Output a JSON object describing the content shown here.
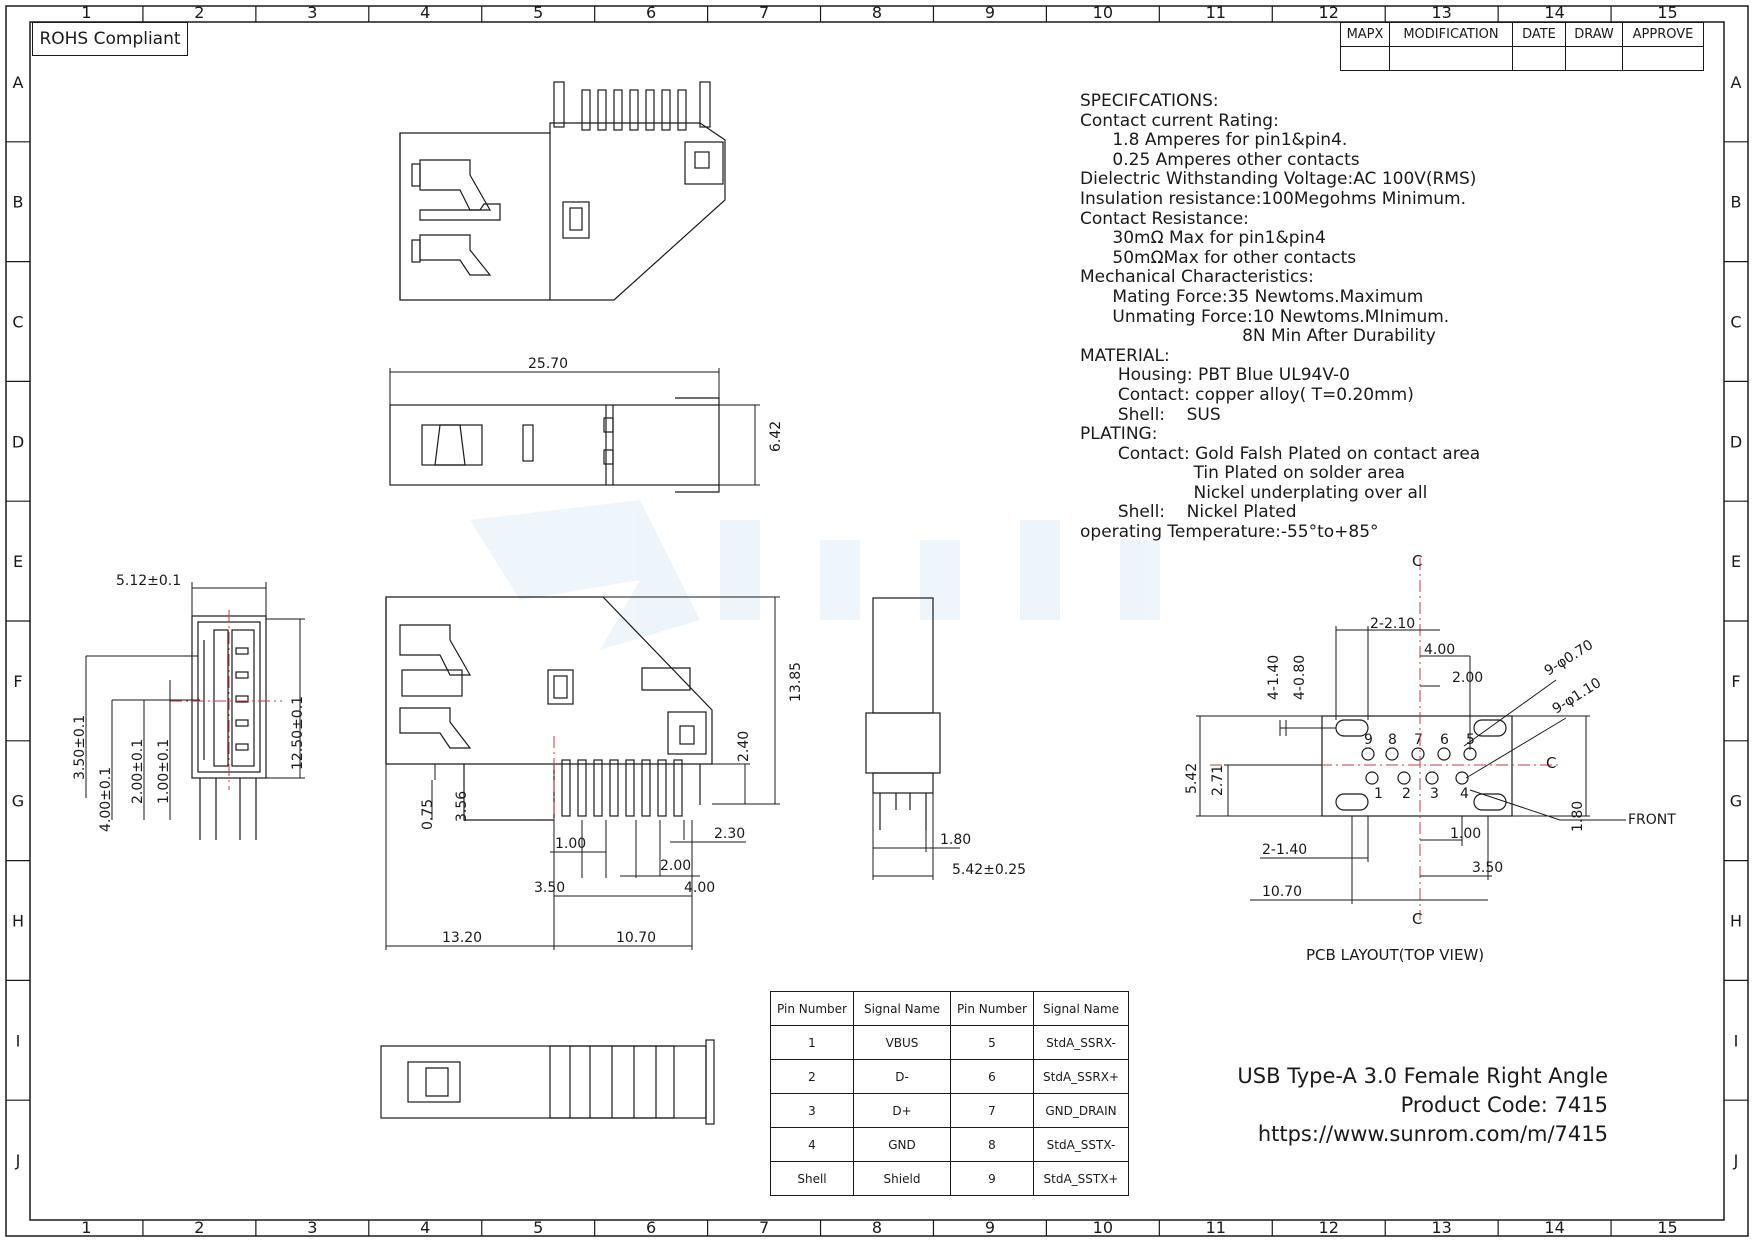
{
  "rohs": "ROHS Compliant",
  "frame": {
    "columns": [
      "1",
      "2",
      "3",
      "4",
      "5",
      "6",
      "7",
      "8",
      "9",
      "10",
      "11",
      "12",
      "13",
      "14",
      "15"
    ],
    "rows": [
      "A",
      "B",
      "C",
      "D",
      "E",
      "F",
      "G",
      "H",
      "I",
      "J"
    ]
  },
  "revision_table": {
    "headers": [
      "MAPX",
      "MODIFICATION",
      "DATE",
      "DRAW",
      "APPROVE"
    ]
  },
  "specs": [
    "SPECIFCATIONS:",
    "Contact current Rating:",
    "      1.8 Amperes for pin1&pin4.",
    "      0.25 Amperes other contacts",
    "Dielectric Withstanding Voltage:AC 100V(RMS)",
    "Insulation resistance:100Megohms Minimum.",
    "Contact Resistance:",
    "      30mΩ Max for pin1&pin4",
    "      50mΩMax for other contacts",
    "Mechanical Characteristics:",
    "      Mating Force:35 Newtoms.Maximum",
    "      Unmating Force:10 Newtoms.MInimum.",
    "                              8N Min After Durability",
    "MATERIAL:",
    "       Housing: PBT Blue UL94V-0",
    "       Contact: copper alloy( T=0.20mm)",
    "       Shell:    SUS",
    "PLATING:",
    "       Contact: Gold Falsh Plated on contact area",
    "                     Tin Plated on solder area",
    "                     Nickel underplating over all",
    "       Shell:    Nickel Plated",
    "operating Temperature:-55°to+85°"
  ],
  "dimensions": {
    "top_width": "25.70",
    "top_height": "6.42",
    "front_width": "5.12±0.1",
    "front_height": "12.50±0.1",
    "front_d1": "3.50±0.1",
    "front_d2": "4.00±0.1",
    "front_d3": "2.00±0.1",
    "front_d4": "1.00±0.1",
    "side_height": "13.85",
    "side_pin": "2.40",
    "side_075": "0.75",
    "side_356": "3.56",
    "side_100": "1.00",
    "side_230": "2.30",
    "side_200": "2.00",
    "side_350": "3.50",
    "side_400": "4.00",
    "side_1320": "13.20",
    "side_1070": "10.70",
    "end_180": "1.80",
    "end_542": "5.42±0.25"
  },
  "pcb": {
    "title": "PCB LAYOUT(TOP VIEW)",
    "d_210": "2-2.10",
    "d_400": "4.00",
    "d_200": "2.00",
    "d_140a": "4-1.40",
    "d_080": "4-0.80",
    "d_070": "9-φ0.70",
    "d_110": "9-φ1.10",
    "d_542": "5.42",
    "d_271": "2.71",
    "d_180": "1.80",
    "d_100": "1.00",
    "d_140b": "2-1.40",
    "d_350": "3.50",
    "d_1070": "10.70",
    "front": "FRONT",
    "cl": "C",
    "pins_top": [
      "9",
      "8",
      "7",
      "6",
      "5"
    ],
    "pins_bottom": [
      "1",
      "2",
      "3",
      "4"
    ]
  },
  "pin_table": {
    "headers": [
      "Pin Number",
      "Signal Name",
      "Pin Number",
      "Signal Name"
    ],
    "rows": [
      [
        "1",
        "VBUS",
        "5",
        "StdA_SSRX-"
      ],
      [
        "2",
        "D-",
        "6",
        "StdA_SSRX+"
      ],
      [
        "3",
        "D+",
        "7",
        "GND_DRAIN"
      ],
      [
        "4",
        "GND",
        "8",
        "StdA_SSTX-"
      ],
      [
        "Shell",
        "Shield",
        "9",
        "StdA_SSTX+"
      ]
    ]
  },
  "title_block": {
    "name": "USB Type-A 3.0 Female Right Angle",
    "code": "Product Code: 7415",
    "url": "https://www.sunrom.com/m/7415"
  },
  "colors": {
    "ink": "#1a1a1a",
    "centerline": "#d63a3a"
  }
}
